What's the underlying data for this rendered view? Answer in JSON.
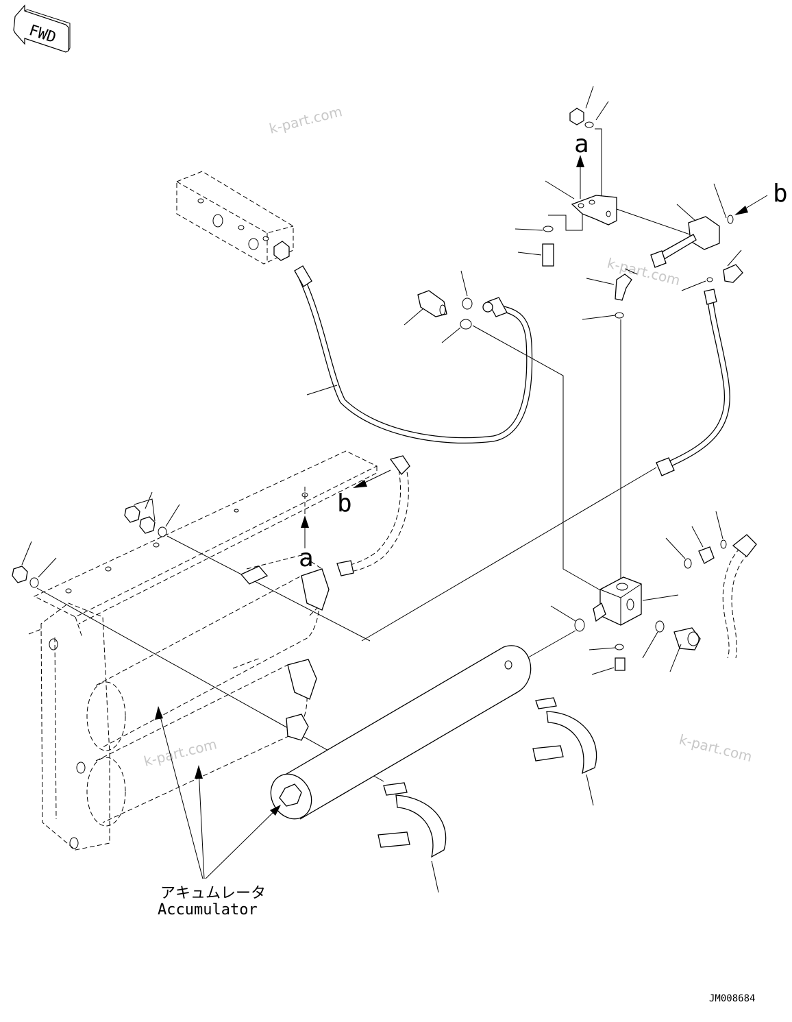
{
  "fwd_label": "FWD",
  "callouts": {
    "a": "a",
    "b": "b"
  },
  "watermarks": [
    "k-part.com",
    "k-part.com",
    "k-part.com",
    "k-part.com"
  ],
  "accumulator_label": {
    "jp": "アキュムレータ",
    "en": "Accumulator"
  },
  "drawing_number": "JM008684"
}
